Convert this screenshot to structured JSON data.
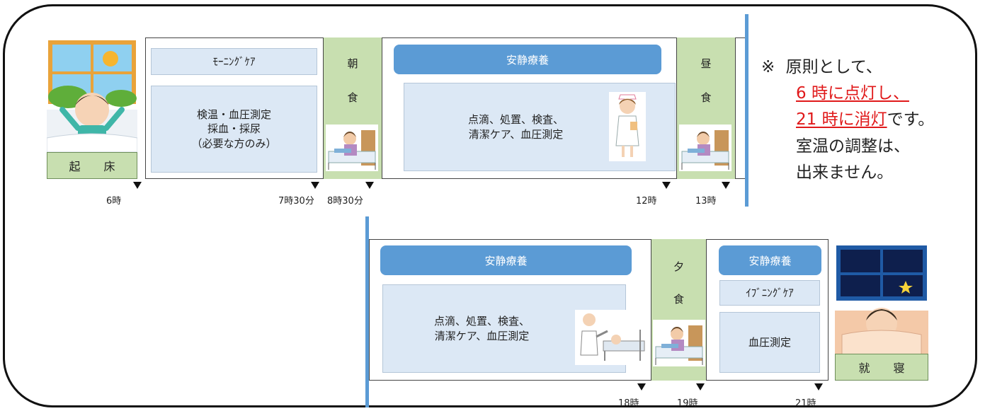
{
  "colors": {
    "pill": "#5b9bd5",
    "light_box": "#dce8f5",
    "meal_band": "#c8dfb0",
    "highlight_red": "#e0191a",
    "divider": "#5b9bd5"
  },
  "wake": {
    "label": "起 床",
    "icon": "wake-up-child-illustration"
  },
  "bed": {
    "label": "就 寝",
    "icon": "sleeping-child-illustration"
  },
  "morning": {
    "care_label": "ﾓｰﾆﾝｸﾞｹｱ",
    "checks_text": "検温・血圧測定\n採血・採尿\n（必要な方のみ）"
  },
  "breakfast": {
    "char1": "朝",
    "char2": "食",
    "icon": "meal-patient-illustration"
  },
  "rest1": {
    "pill": "安静療養",
    "text": "点滴、処置、検査、\n清潔ケア、血圧測定",
    "icon": "nurse-illustration"
  },
  "lunch": {
    "char1": "昼",
    "char2": "食",
    "icon": "meal-patient-illustration"
  },
  "rest2": {
    "pill": "安静療養",
    "text": "点滴、処置、検査、\n清潔ケア、血圧測定",
    "icon": "nurse-with-patient-illustration"
  },
  "dinner": {
    "char1": "夕",
    "char2": "食",
    "icon": "meal-patient-illustration"
  },
  "rest3": {
    "pill": "安静療養",
    "care_label": "ｲﾌﾞﾆﾝｸﾞｹｱ",
    "bp": "血圧測定"
  },
  "times_top": [
    "6時",
    "7時30分",
    "8時30分",
    "12時",
    "13時"
  ],
  "times_bottom": [
    "18時",
    "19時",
    "21時"
  ],
  "note": {
    "mark": "※",
    "line1": "原則として、",
    "line2": "6 時に点灯し、",
    "line3_red": "21 時に消灯",
    "line3_rest": "です。",
    "line4": "室温の調整は、",
    "line5": "出来ません。"
  }
}
